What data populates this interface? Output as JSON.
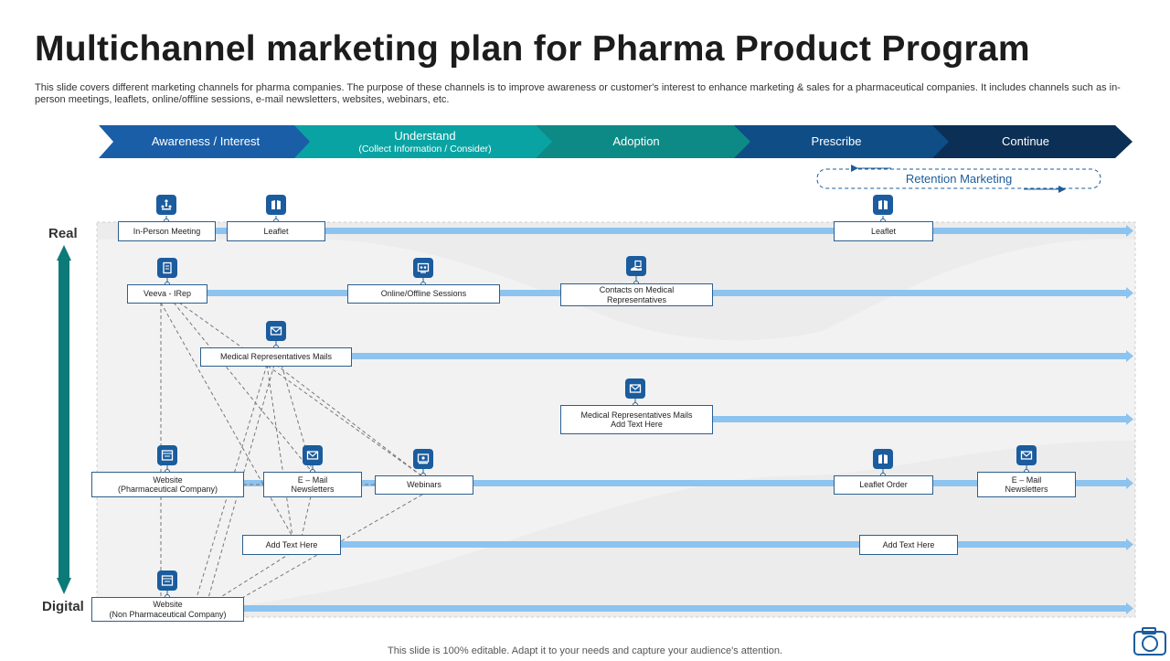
{
  "title": "Multichannel marketing plan for Pharma Product Program",
  "description": "This slide covers different marketing channels for pharma companies. The purpose of these channels is to improve awareness or customer's interest to enhance marketing & sales for a pharmaceutical companies. It includes channels such as in-person meetings, leaflets, online/offline sessions, e-mail newsletters, websites, webinars, etc.",
  "stages": [
    {
      "label": "Awareness / Interest",
      "sub": ""
    },
    {
      "label": "Understand",
      "sub": "(Collect Information / Consider)"
    },
    {
      "label": "Adoption",
      "sub": ""
    },
    {
      "label": "Prescribe",
      "sub": ""
    },
    {
      "label": "Continue",
      "sub": ""
    }
  ],
  "retention_label": "Retention Marketing",
  "axis": {
    "top": "Real",
    "bottom": "Digital"
  },
  "nodes": [
    {
      "label": "In-Person Meeting",
      "icon": "meeting-icon"
    },
    {
      "label": "Leaflet",
      "icon": "leaflet-icon"
    },
    {
      "label": "Leaflet",
      "icon": "leaflet-icon"
    },
    {
      "label": "Veeva - IRep",
      "icon": "document-icon"
    },
    {
      "label": "Online/Offline Sessions",
      "icon": "sessions-icon"
    },
    {
      "label": "Contacts on Medical\nRepresentatives",
      "icon": "hand-contact-icon"
    },
    {
      "label": "Medical Representatives Mails",
      "icon": "mail-icon"
    },
    {
      "label": "Medical  Representatives Mails\nAdd Text Here",
      "icon": "mail-icon"
    },
    {
      "label": "Website\n(Pharmaceutical Company)",
      "icon": "website-icon"
    },
    {
      "label": "E – Mail\nNewsletters",
      "icon": "email-icon"
    },
    {
      "label": "Webinars",
      "icon": "webinar-icon"
    },
    {
      "label": "Leaflet Order",
      "icon": "leaflet-icon"
    },
    {
      "label": "E – Mail\nNewsletters",
      "icon": "email-icon"
    },
    {
      "label": "Add Text Here",
      "icon": ""
    },
    {
      "label": "Add Text Here",
      "icon": ""
    },
    {
      "label": "Website\n(Non Pharmaceutical Company)",
      "icon": "website-icon"
    }
  ],
  "footer": "This slide is 100% editable. Adapt it to your needs and capture your audience's attention.",
  "colors": {
    "stage_colors": [
      "#1a5ea8",
      "#0aa3a3",
      "#0e8a86",
      "#0f4d86",
      "#0b2f55"
    ],
    "lane": "#8cc3ef",
    "axis": "#0c7a78",
    "icon": "#1a5c9e"
  }
}
